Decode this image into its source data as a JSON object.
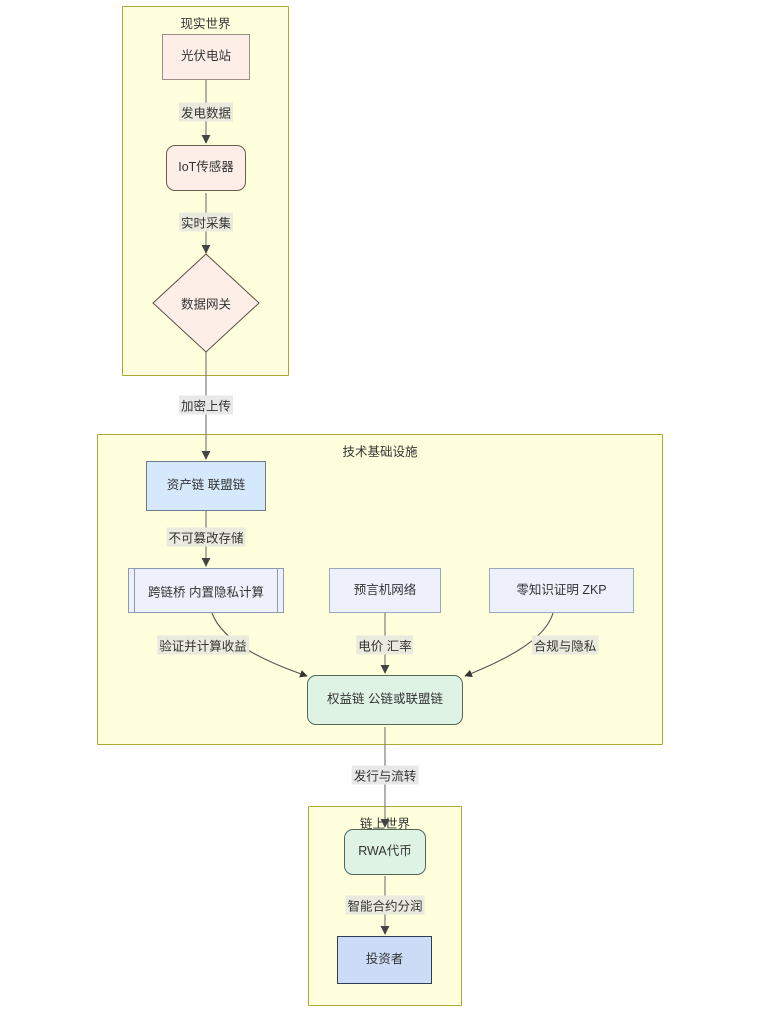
{
  "diagram": {
    "type": "flowchart",
    "direction": "top-down",
    "title": "",
    "theme": {
      "cluster_fill": "#ffffde",
      "cluster_stroke": "#aaaa33",
      "real_world_node_fill": "#fdeee7",
      "real_world_node_stroke": "#9a8e86",
      "infra_node_fill": "#eef1fc",
      "infra_node_stroke": "#9aa7bd",
      "asset_chain_fill": "#d6e8fb",
      "equity_chain_fill": "#dff3e5",
      "investor_fill": "#ccdcf7",
      "edge_stroke": "#666666",
      "edge_label_bg": "#e8e8e8",
      "text_color": "#333333"
    },
    "clusters": [
      {
        "id": "real_world",
        "label": "现实世界"
      },
      {
        "id": "tech_infra",
        "label": "技术基础设施"
      },
      {
        "id": "onchain_world",
        "label": "链上世界"
      }
    ],
    "nodes": [
      {
        "id": "pv",
        "label": "光伏电站",
        "shape": "rect",
        "cluster": "real_world"
      },
      {
        "id": "iot",
        "label": "IoT传感器",
        "shape": "rounded",
        "cluster": "real_world"
      },
      {
        "id": "gateway",
        "label": "数据网关",
        "shape": "diamond",
        "cluster": "real_world"
      },
      {
        "id": "asset_chain",
        "label": "资产链 联盟链",
        "shape": "rect",
        "cluster": "tech_infra"
      },
      {
        "id": "bridge",
        "label": "跨链桥 内置隐私计算",
        "shape": "subroutine",
        "cluster": "tech_infra"
      },
      {
        "id": "oracle",
        "label": "预言机网络",
        "shape": "rect",
        "cluster": "tech_infra"
      },
      {
        "id": "zkp",
        "label": "零知识证明 ZKP",
        "shape": "rect",
        "cluster": "tech_infra"
      },
      {
        "id": "equity_chain",
        "label": "权益链 公链或联盟链",
        "shape": "rounded",
        "cluster": "tech_infra"
      },
      {
        "id": "rwa_token",
        "label": "RWA代币",
        "shape": "rounded",
        "cluster": "onchain_world"
      },
      {
        "id": "investor",
        "label": "投资者",
        "shape": "rect",
        "cluster": "onchain_world"
      }
    ],
    "edges": [
      {
        "from": "pv",
        "to": "iot",
        "label": "发电数据"
      },
      {
        "from": "iot",
        "to": "gateway",
        "label": "实时采集"
      },
      {
        "from": "gateway",
        "to": "asset_chain",
        "label": "加密上传"
      },
      {
        "from": "asset_chain",
        "to": "bridge",
        "label": "不可篡改存储"
      },
      {
        "from": "bridge",
        "to": "equity_chain",
        "label": "验证并计算收益"
      },
      {
        "from": "oracle",
        "to": "equity_chain",
        "label": "电价 汇率"
      },
      {
        "from": "zkp",
        "to": "equity_chain",
        "label": "合规与隐私"
      },
      {
        "from": "equity_chain",
        "to": "rwa_token",
        "label": "发行与流转"
      },
      {
        "from": "rwa_token",
        "to": "investor",
        "label": "智能合约分润"
      }
    ]
  }
}
